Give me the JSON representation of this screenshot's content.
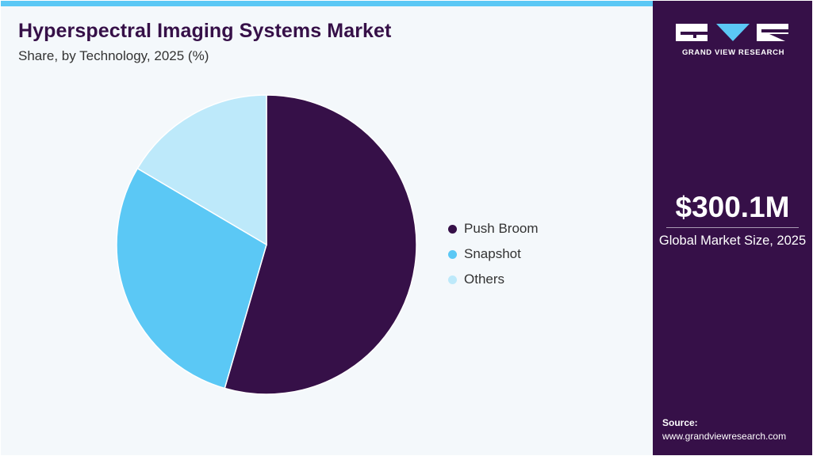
{
  "header": {
    "title": "Hyperspectral Imaging Systems Market",
    "subtitle": "Share, by Technology, 2025 (%)"
  },
  "colors": {
    "accent": "#5bc8f5",
    "sidebar": "#361048",
    "background": "#f4f8fb"
  },
  "chart_data": {
    "type": "pie",
    "categories": [
      "Push Broom",
      "Snapshot",
      "Others"
    ],
    "values": [
      54.5,
      29.0,
      16.5
    ],
    "colors": [
      "#361048",
      "#5bc8f5",
      "#bde9fa"
    ],
    "start_angle_deg": 0,
    "direction": "clockwise",
    "legend_position": "right"
  },
  "sidebar": {
    "logo_text": "GRAND VIEW RESEARCH",
    "market_value": "$300.1M",
    "market_caption": "Global Market Size, 2025",
    "source_label": "Source:",
    "source_url": "www.grandviewresearch.com"
  }
}
